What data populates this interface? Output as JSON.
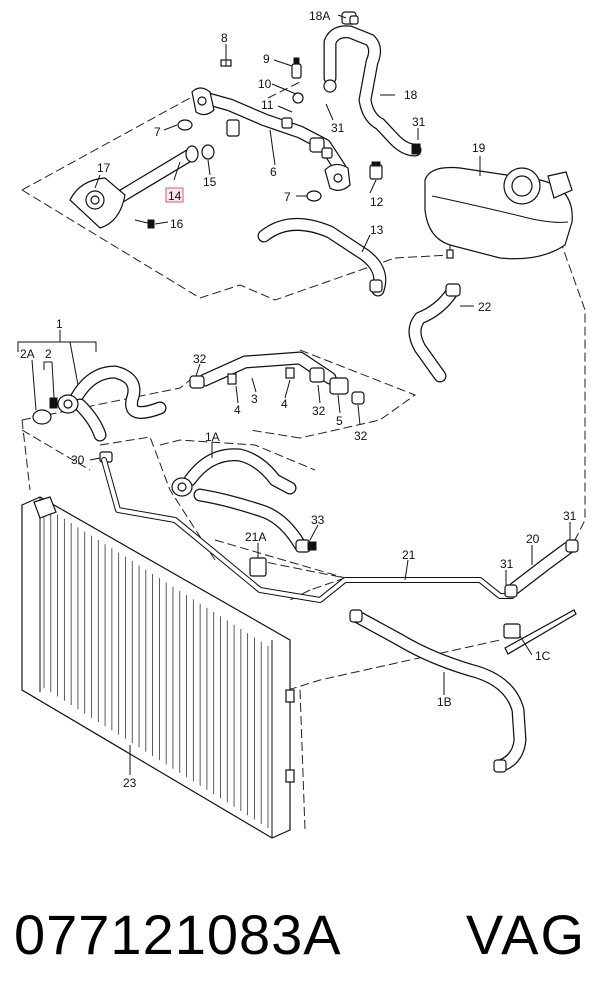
{
  "diagram": {
    "callouts": {
      "c18A": "18A",
      "c8": "8",
      "c9": "9",
      "c10": "10",
      "c18": "18",
      "c11": "11",
      "c31_a": "31",
      "c31_b": "31",
      "c7_a": "7",
      "c17": "17",
      "c14": "14",
      "c15": "15",
      "c6": "6",
      "c19": "19",
      "c12": "12",
      "c7_b": "7",
      "c16": "16",
      "c13": "13",
      "c22": "22",
      "c1": "1",
      "c2A": "2A",
      "c2": "2",
      "c32_a": "32",
      "c3": "3",
      "c4_a": "4",
      "c4_b": "4",
      "c32_b": "32",
      "c5": "5",
      "c32_c": "32",
      "c1A": "1A",
      "c30": "30",
      "c33": "33",
      "c21A": "21A",
      "c31_c": "31",
      "c20": "20",
      "c21": "21",
      "c31_d": "31",
      "c1C": "1C",
      "c1B": "1B",
      "c23": "23"
    }
  },
  "footer": {
    "part_number": "077121083A",
    "brand": "VAG"
  }
}
